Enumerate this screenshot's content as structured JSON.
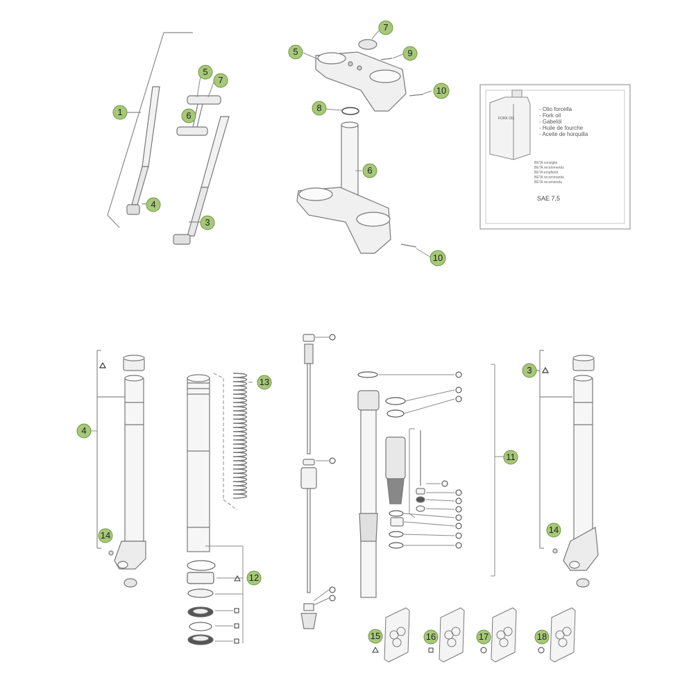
{
  "colors": {
    "callout_fill": "#a6c878",
    "callout_stroke": "#6f9444",
    "line": "#555555",
    "part": "#777777",
    "part_light": "#d4d4d4",
    "part_fill": "#efefef"
  },
  "callouts": {
    "c1": "1",
    "c3": "3",
    "c4": "4",
    "c5": "5",
    "c6": "6",
    "c7": "7",
    "c5b": "5",
    "c6b": "6",
    "c7b": "7",
    "c8": "8",
    "c9": "9",
    "c10a": "10",
    "c10b": "10",
    "c4b": "4",
    "c14a": "14",
    "c13": "13",
    "c12": "12",
    "c11": "11",
    "c3b": "3",
    "c14b": "14",
    "c15": "15",
    "c16": "16",
    "c17": "17",
    "c18": "18"
  },
  "legend": {
    "can_label": "FORK OIL",
    "items": [
      "- Olio forcella",
      "- Fork oil",
      "- Gabelöl",
      "- Huile de fourche",
      "- Aceite de horquilla"
    ],
    "recommend": [
      "BETA consiglia",
      "BETA recommends",
      "BETA empfiehlt",
      "BETA recommande",
      "BETA recomienda"
    ],
    "grade": "SAE 7,5"
  }
}
